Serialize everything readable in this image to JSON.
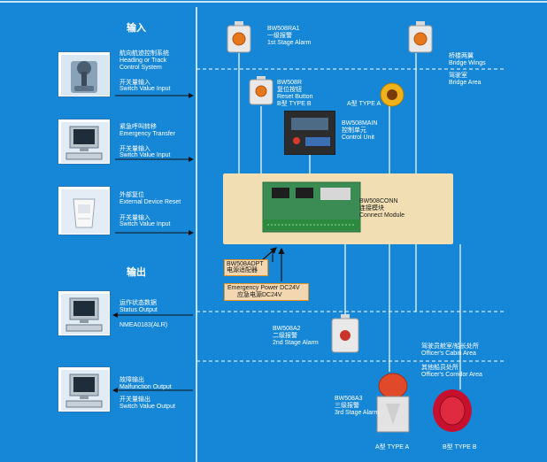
{
  "colors": {
    "background": "#1687d6",
    "module_bg": "#f1dfb3",
    "power_bg": "#f3d7b0",
    "power_border": "#e5911f",
    "line": "#ffffff",
    "arrow": "#111111"
  },
  "sections": {
    "input": "输入",
    "output": "输出"
  },
  "inputs": [
    {
      "icon": "joystick-icon",
      "cn": "航向航迹控制系统",
      "en1": "Heading or Track",
      "en2": "Control System",
      "sw_cn": "开关量输入",
      "sw_en": "Switch Value Input"
    },
    {
      "icon": "computer-icon",
      "cn": "紧急呼叫转移",
      "en1": "Emergency Transfer",
      "sw_cn": "开关量输入",
      "sw_en": "Switch Value Input"
    },
    {
      "icon": "sensor-icon",
      "cn": "外部复位",
      "en1": "External Device Reset",
      "sw_cn": "开关量输入",
      "sw_en": "Switch Value Input"
    }
  ],
  "outputs": [
    {
      "icon": "computer-icon",
      "cn": "运作状态数据",
      "en1": "Status Output",
      "extra": "NMEA0183(ALR)"
    },
    {
      "icon": "computer-icon",
      "cn": "故障输出",
      "en1": "Malfunction Output",
      "sw_cn": "开关量输出",
      "sw_en": "Switch Value Output"
    }
  ],
  "devices": {
    "ra1": {
      "model": "BW508RA1",
      "cn": "一级报警",
      "en": "1st Stage Alarm"
    },
    "r": {
      "model": "BW508R",
      "cn": "复位按钮",
      "en": "Reset Button",
      "type_b": "B型 TYPE B",
      "type_a": "A型 TYPE A"
    },
    "main": {
      "model": "BW508MAIN",
      "cn": "控制单元",
      "en": "Control Unit"
    },
    "conn": {
      "model": "BW508CONN",
      "cn": "连接模块",
      "en": "Connect Module"
    },
    "adpt": {
      "model": "BW508ADPT",
      "cn": "电源适配器"
    },
    "power": {
      "en": "Emergency Power DC24V",
      "cn": "应急电源DC24V"
    },
    "a2": {
      "model": "BW508A2",
      "cn": "二级报警",
      "en": "2nd Stage Alarm"
    },
    "a3": {
      "model": "BW508A3",
      "cn": "三级报警",
      "en": "3rd Stage Alarm",
      "type_a": "A型 TYPE A",
      "type_b": "B型 TYPE B"
    }
  },
  "areas": {
    "bridge_wings": {
      "cn": "桥楼两翼",
      "en": "Bridge Wings"
    },
    "bridge_area": {
      "cn": "驾驶室",
      "en": "Bridge Area"
    },
    "cabin": {
      "cn": "驾驶员舱室/船长处所",
      "en": "Officer's Cabin Area"
    },
    "corridor": {
      "cn": "其他船员处所",
      "en": "Officer's Corridor Area"
    }
  }
}
